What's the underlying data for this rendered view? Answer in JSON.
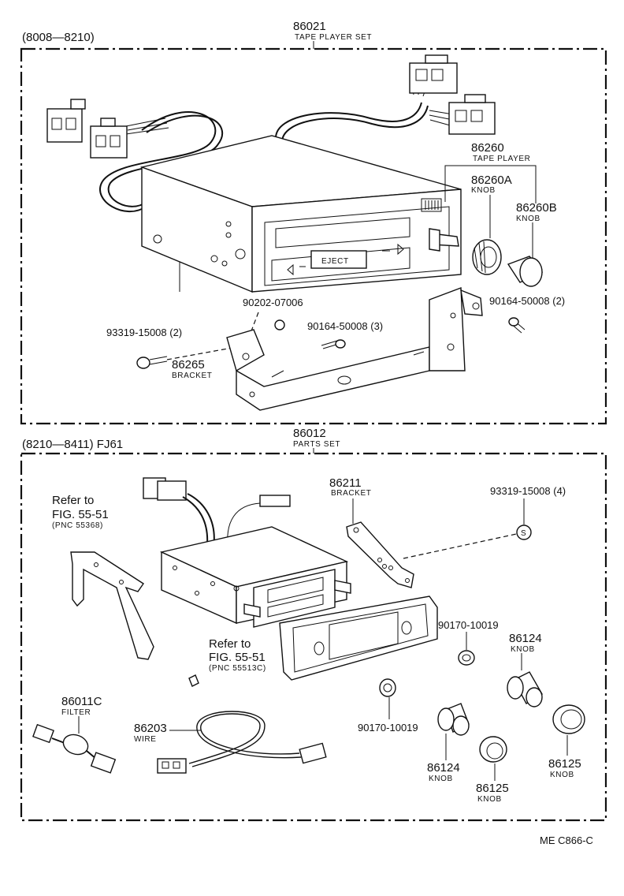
{
  "top_section": {
    "range": "(8008—8210)",
    "set_number": "86021",
    "set_name": "TAPE PLAYER SET",
    "tape_player_number": "86260",
    "tape_player_name": "TAPE PLAYER",
    "knob_a_number": "86260A",
    "knob_a_name": "KNOB",
    "knob_b_number": "86260B",
    "knob_b_name": "KNOB",
    "nut_number": "90202-07006",
    "screw_center": "90164-50008 (3)",
    "screw_right": "90164-50008 (2)",
    "screw_left": "93319-15008 (2)",
    "bracket_number": "86265",
    "bracket_name": "BRACKET",
    "eject_label": "EJECT"
  },
  "bottom_section": {
    "range": "(8210—8411) FJ61",
    "set_number": "86012",
    "set_name": "PARTS SET",
    "ref1_line1": "Refer to",
    "ref1_line2": "FIG. 55-51",
    "ref1_line3": "(PNC 55368)",
    "ref2_line1": "Refer to",
    "ref2_line2": "FIG. 55-51",
    "ref2_line3": "(PNC 55513C)",
    "bracket_number": "86211",
    "bracket_name": "BRACKET",
    "screw_number": "93319-15008 (4)",
    "washer_upper": "90170-10019",
    "washer_lower": "90170-10019",
    "knob_upper_number": "86124",
    "knob_upper_name": "KNOB",
    "knob_lower_number": "86124",
    "knob_lower_name": "KNOB",
    "knob2_upper_number": "86125",
    "knob2_upper_name": "KNOB",
    "knob2_lower_number": "86125",
    "knob2_lower_name": "KNOB",
    "filter_number": "86011C",
    "filter_name": "FILTER",
    "wire_number": "86203",
    "wire_name": "WIRE"
  },
  "footer": {
    "code": "ME  C866-C"
  }
}
